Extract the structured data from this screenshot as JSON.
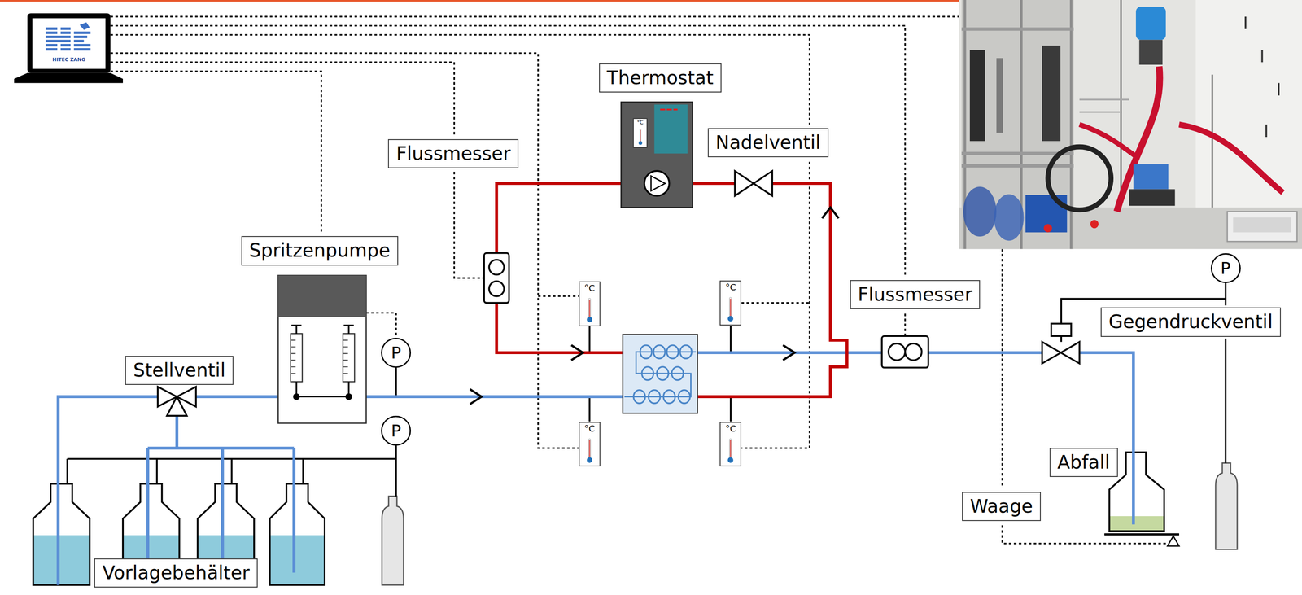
{
  "diagram": {
    "nodes": [
      {
        "text": [
          "Thermostat"
        ]
      },
      {
        "text": [
          "°C"
        ]
      },
      {
        "text": [
          "Nadelventil"
        ]
      },
      {
        "text": [
          "Flussmesser"
        ]
      },
      {
        "text": [
          "Spritzenpumpe"
        ]
      },
      {
        "text": [
          "P"
        ]
      },
      {
        "text": [
          "Flussmesser"
        ]
      },
      {
        "text": [
          "°C"
        ]
      },
      {
        "text": [
          "°C"
        ]
      },
      {
        "text": [
          "Gegendruckventil"
        ]
      },
      {
        "text": [
          "P"
        ]
      },
      {
        "text": [
          "Stellventil"
        ]
      },
      {
        "text": [
          "P"
        ]
      },
      {
        "text": [
          "°C"
        ]
      },
      {
        "text": [
          "°C"
        ]
      },
      {
        "text": [
          "Abfall"
        ]
      },
      {
        "text": [
          "Waage"
        ]
      },
      {
        "text": [
          "Vorlagebehälter"
        ]
      }
    ],
    "labels": [
      "HITEC ZANG"
    ]
  }
}
